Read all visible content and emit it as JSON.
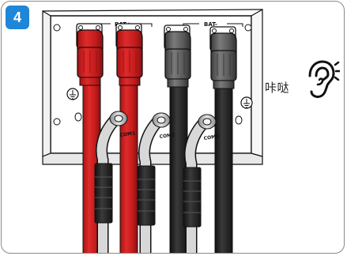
{
  "step": {
    "number": "4",
    "color": "#1f86d8"
  },
  "panel": {
    "bat_positive_label": "BAT+",
    "bat_negative_label": "BAT-",
    "port_labels": [
      "COM1",
      "COM2",
      "COM3"
    ]
  },
  "annotation": {
    "click_text": "咔哒",
    "icon": "ear-icon"
  },
  "colors": {
    "positive": "#d42020",
    "negative": "#555555",
    "panel": "#ffffff",
    "outline": "#111111"
  }
}
